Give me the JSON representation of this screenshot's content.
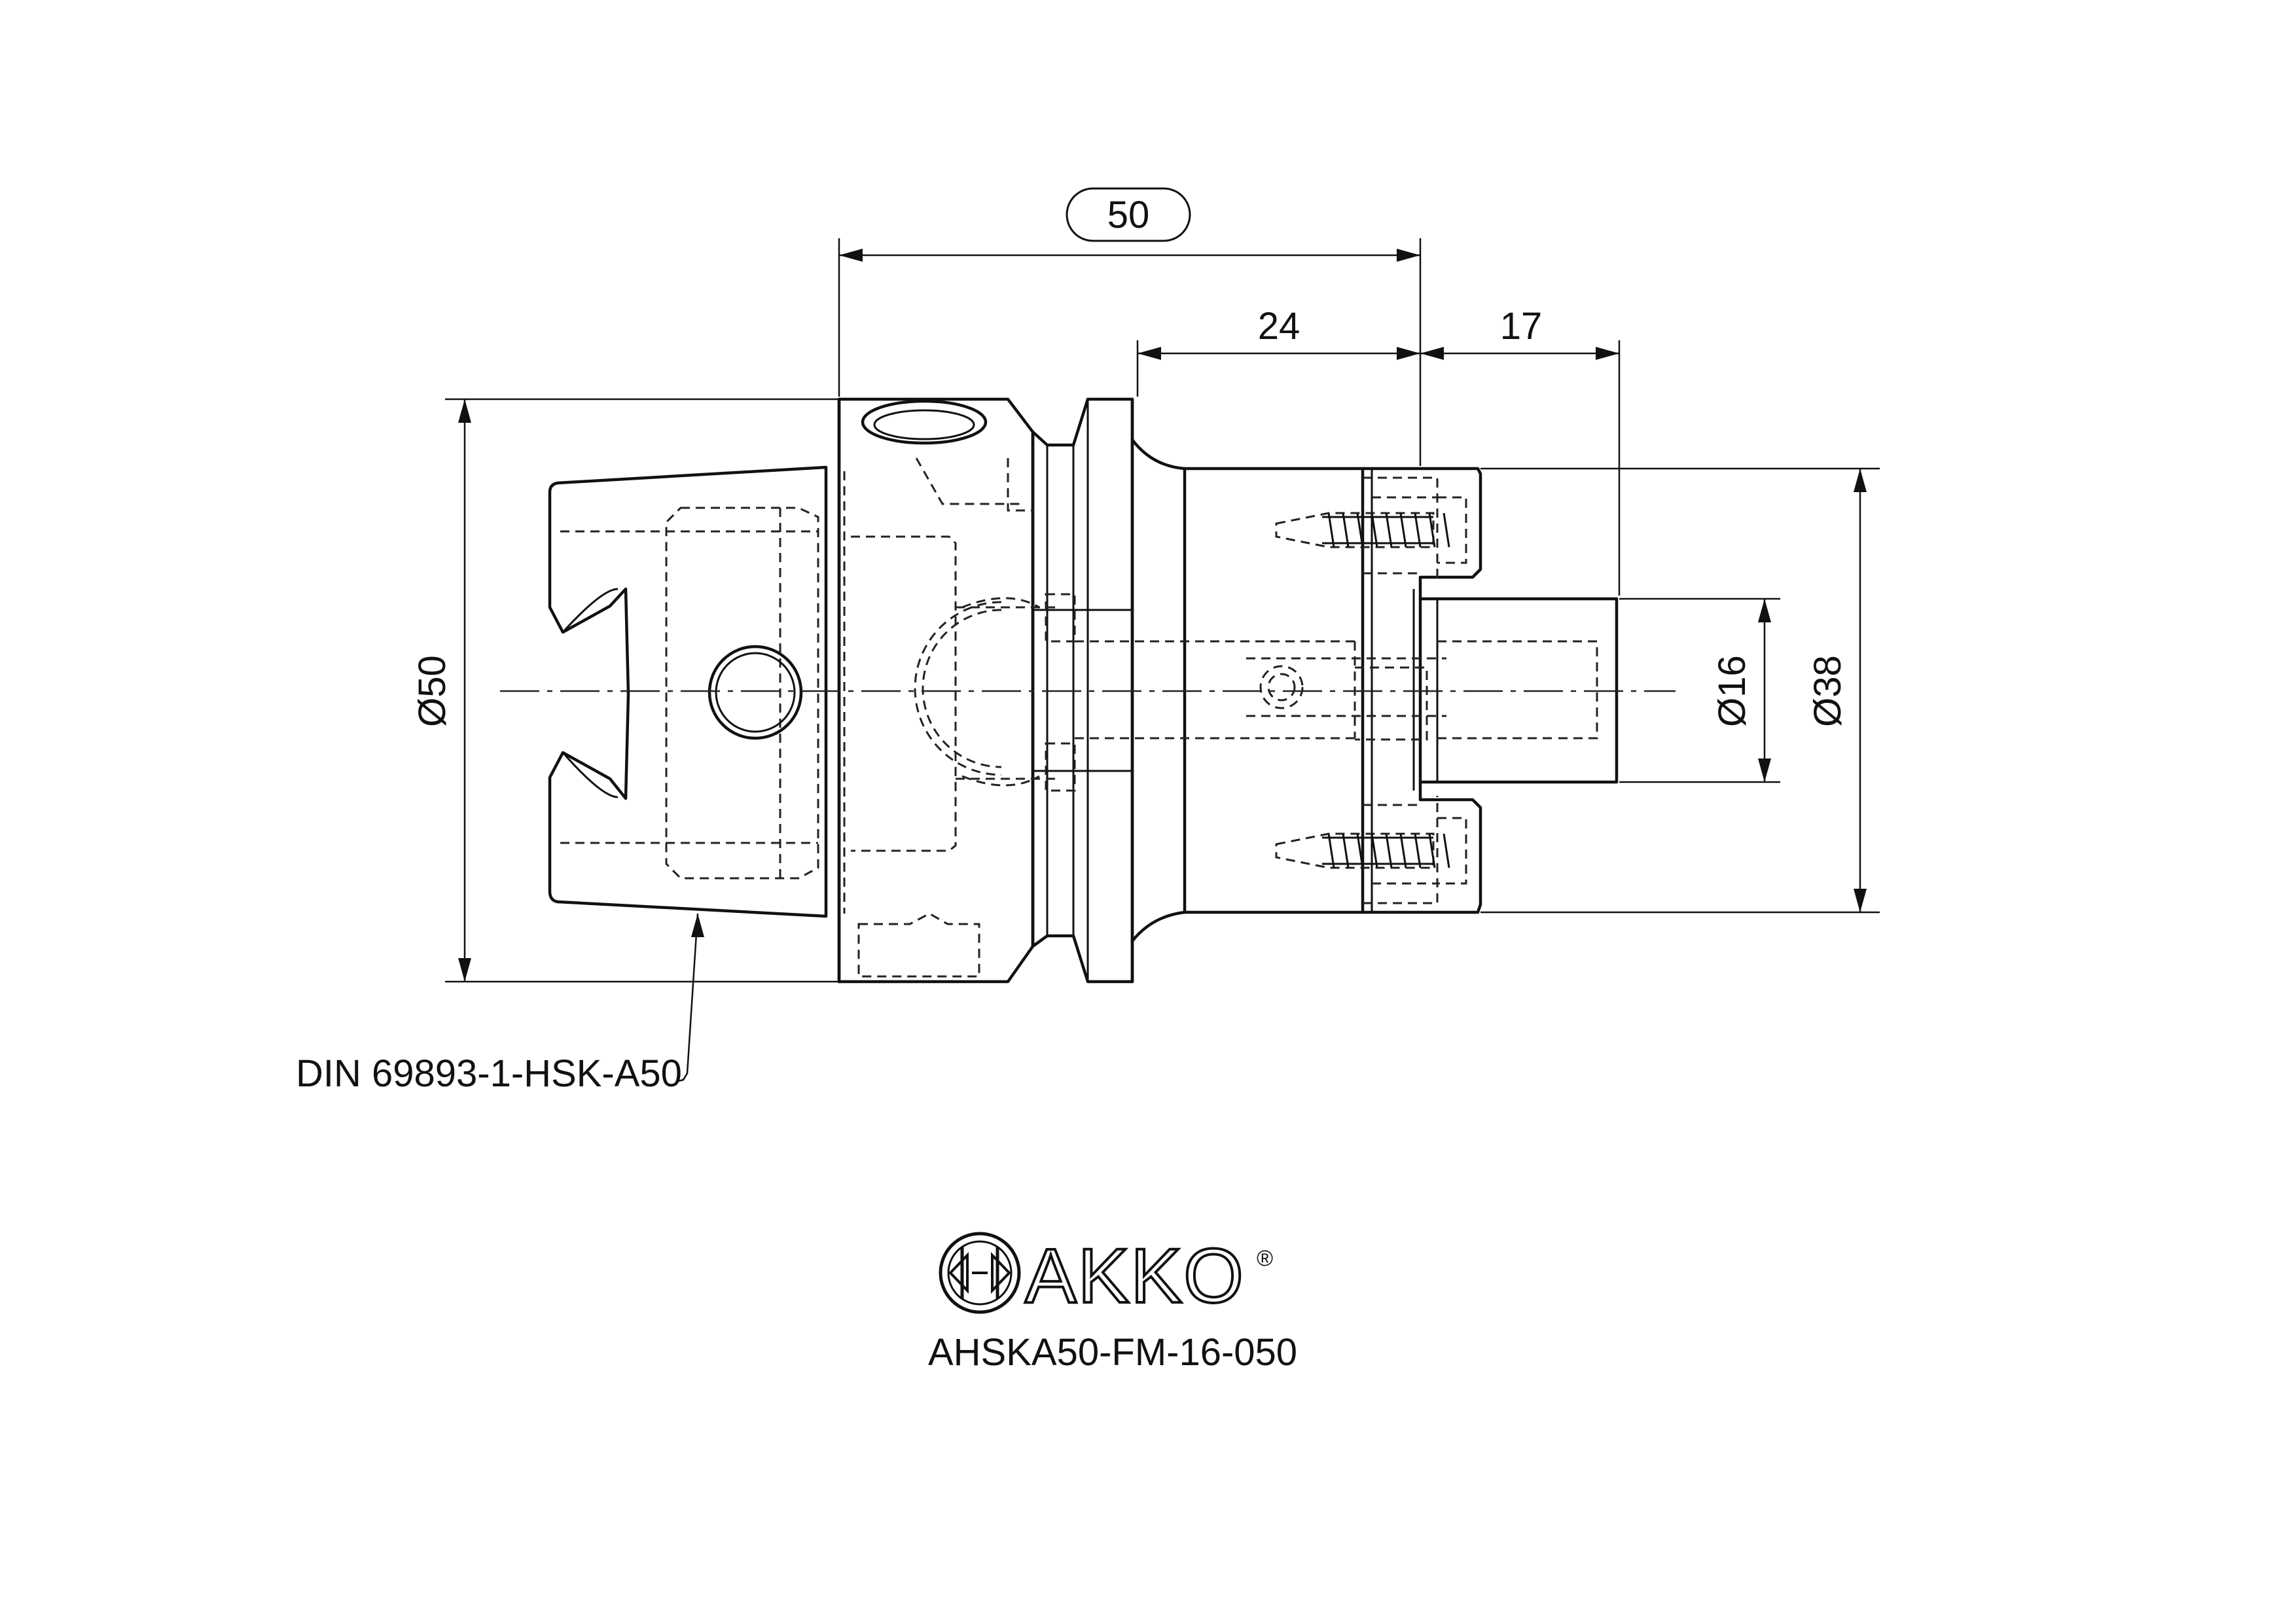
{
  "dimensions": {
    "overall_length": "50",
    "flange_length": "24",
    "projection_length": "17",
    "diameter_body": "Ø50",
    "diameter_bore": "Ø16",
    "diameter_face": "Ø38"
  },
  "callout": {
    "standard": "DIN 69893-1-HSK-A50"
  },
  "title_block": {
    "brand": "AKKO",
    "registered_mark": "®",
    "part_number": "AHSKA50-FM-16-050"
  },
  "colors": {
    "line": "#111111",
    "background": "#ffffff"
  },
  "icons": [
    "akko-logo-icon"
  ]
}
